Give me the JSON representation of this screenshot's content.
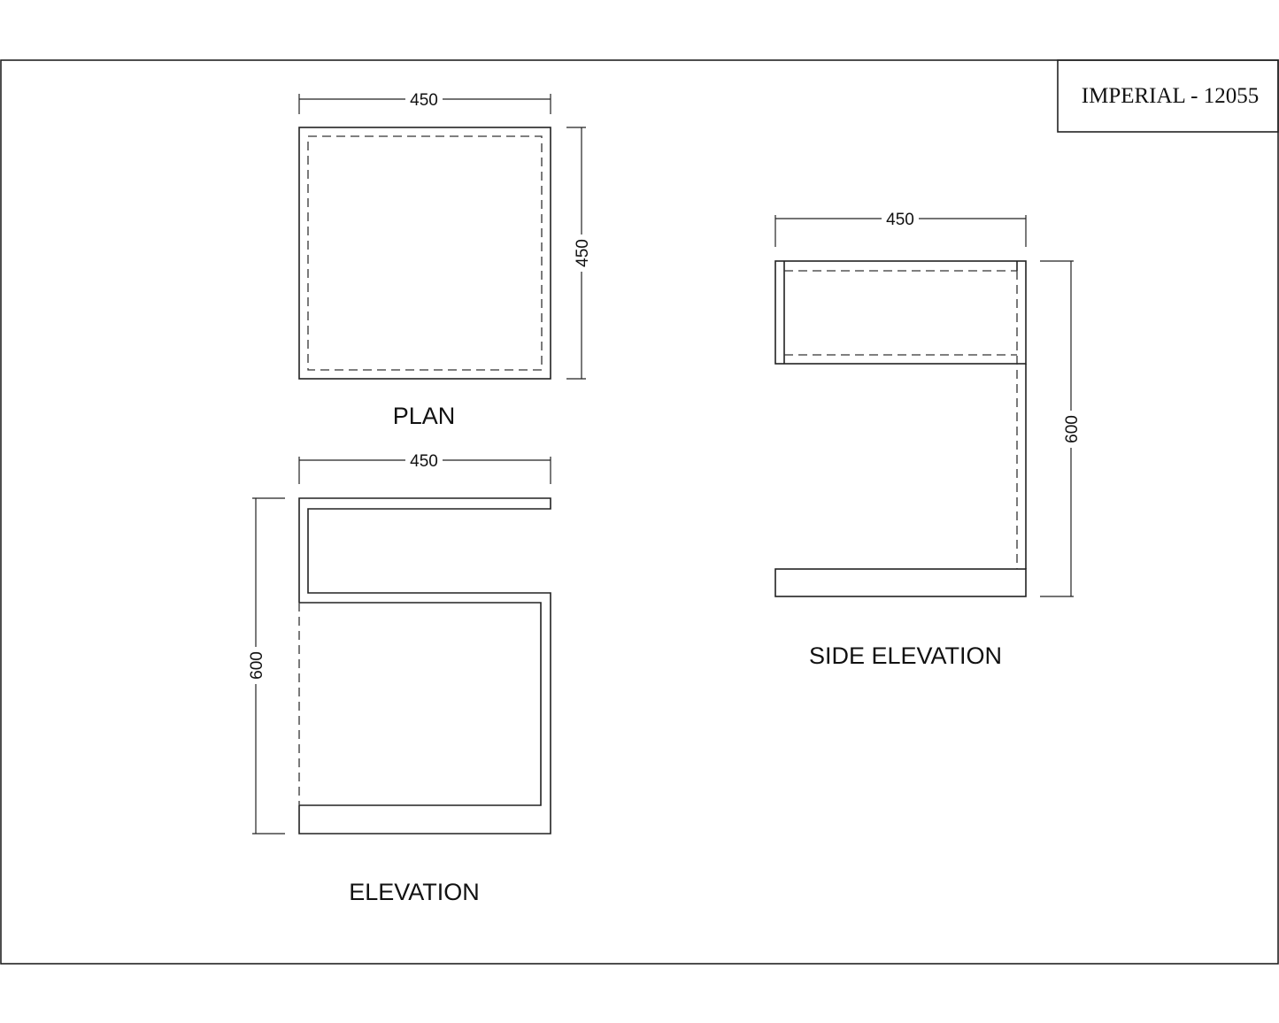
{
  "title_block": {
    "text": "IMPERIAL - 12055"
  },
  "plan": {
    "label": "PLAN",
    "width_dim": "450",
    "depth_dim": "450"
  },
  "elevation": {
    "label": "ELEVATION",
    "width_dim": "450",
    "height_dim": "600"
  },
  "side_elevation": {
    "label": "SIDE ELEVATION",
    "width_dim": "450",
    "height_dim": "600"
  }
}
